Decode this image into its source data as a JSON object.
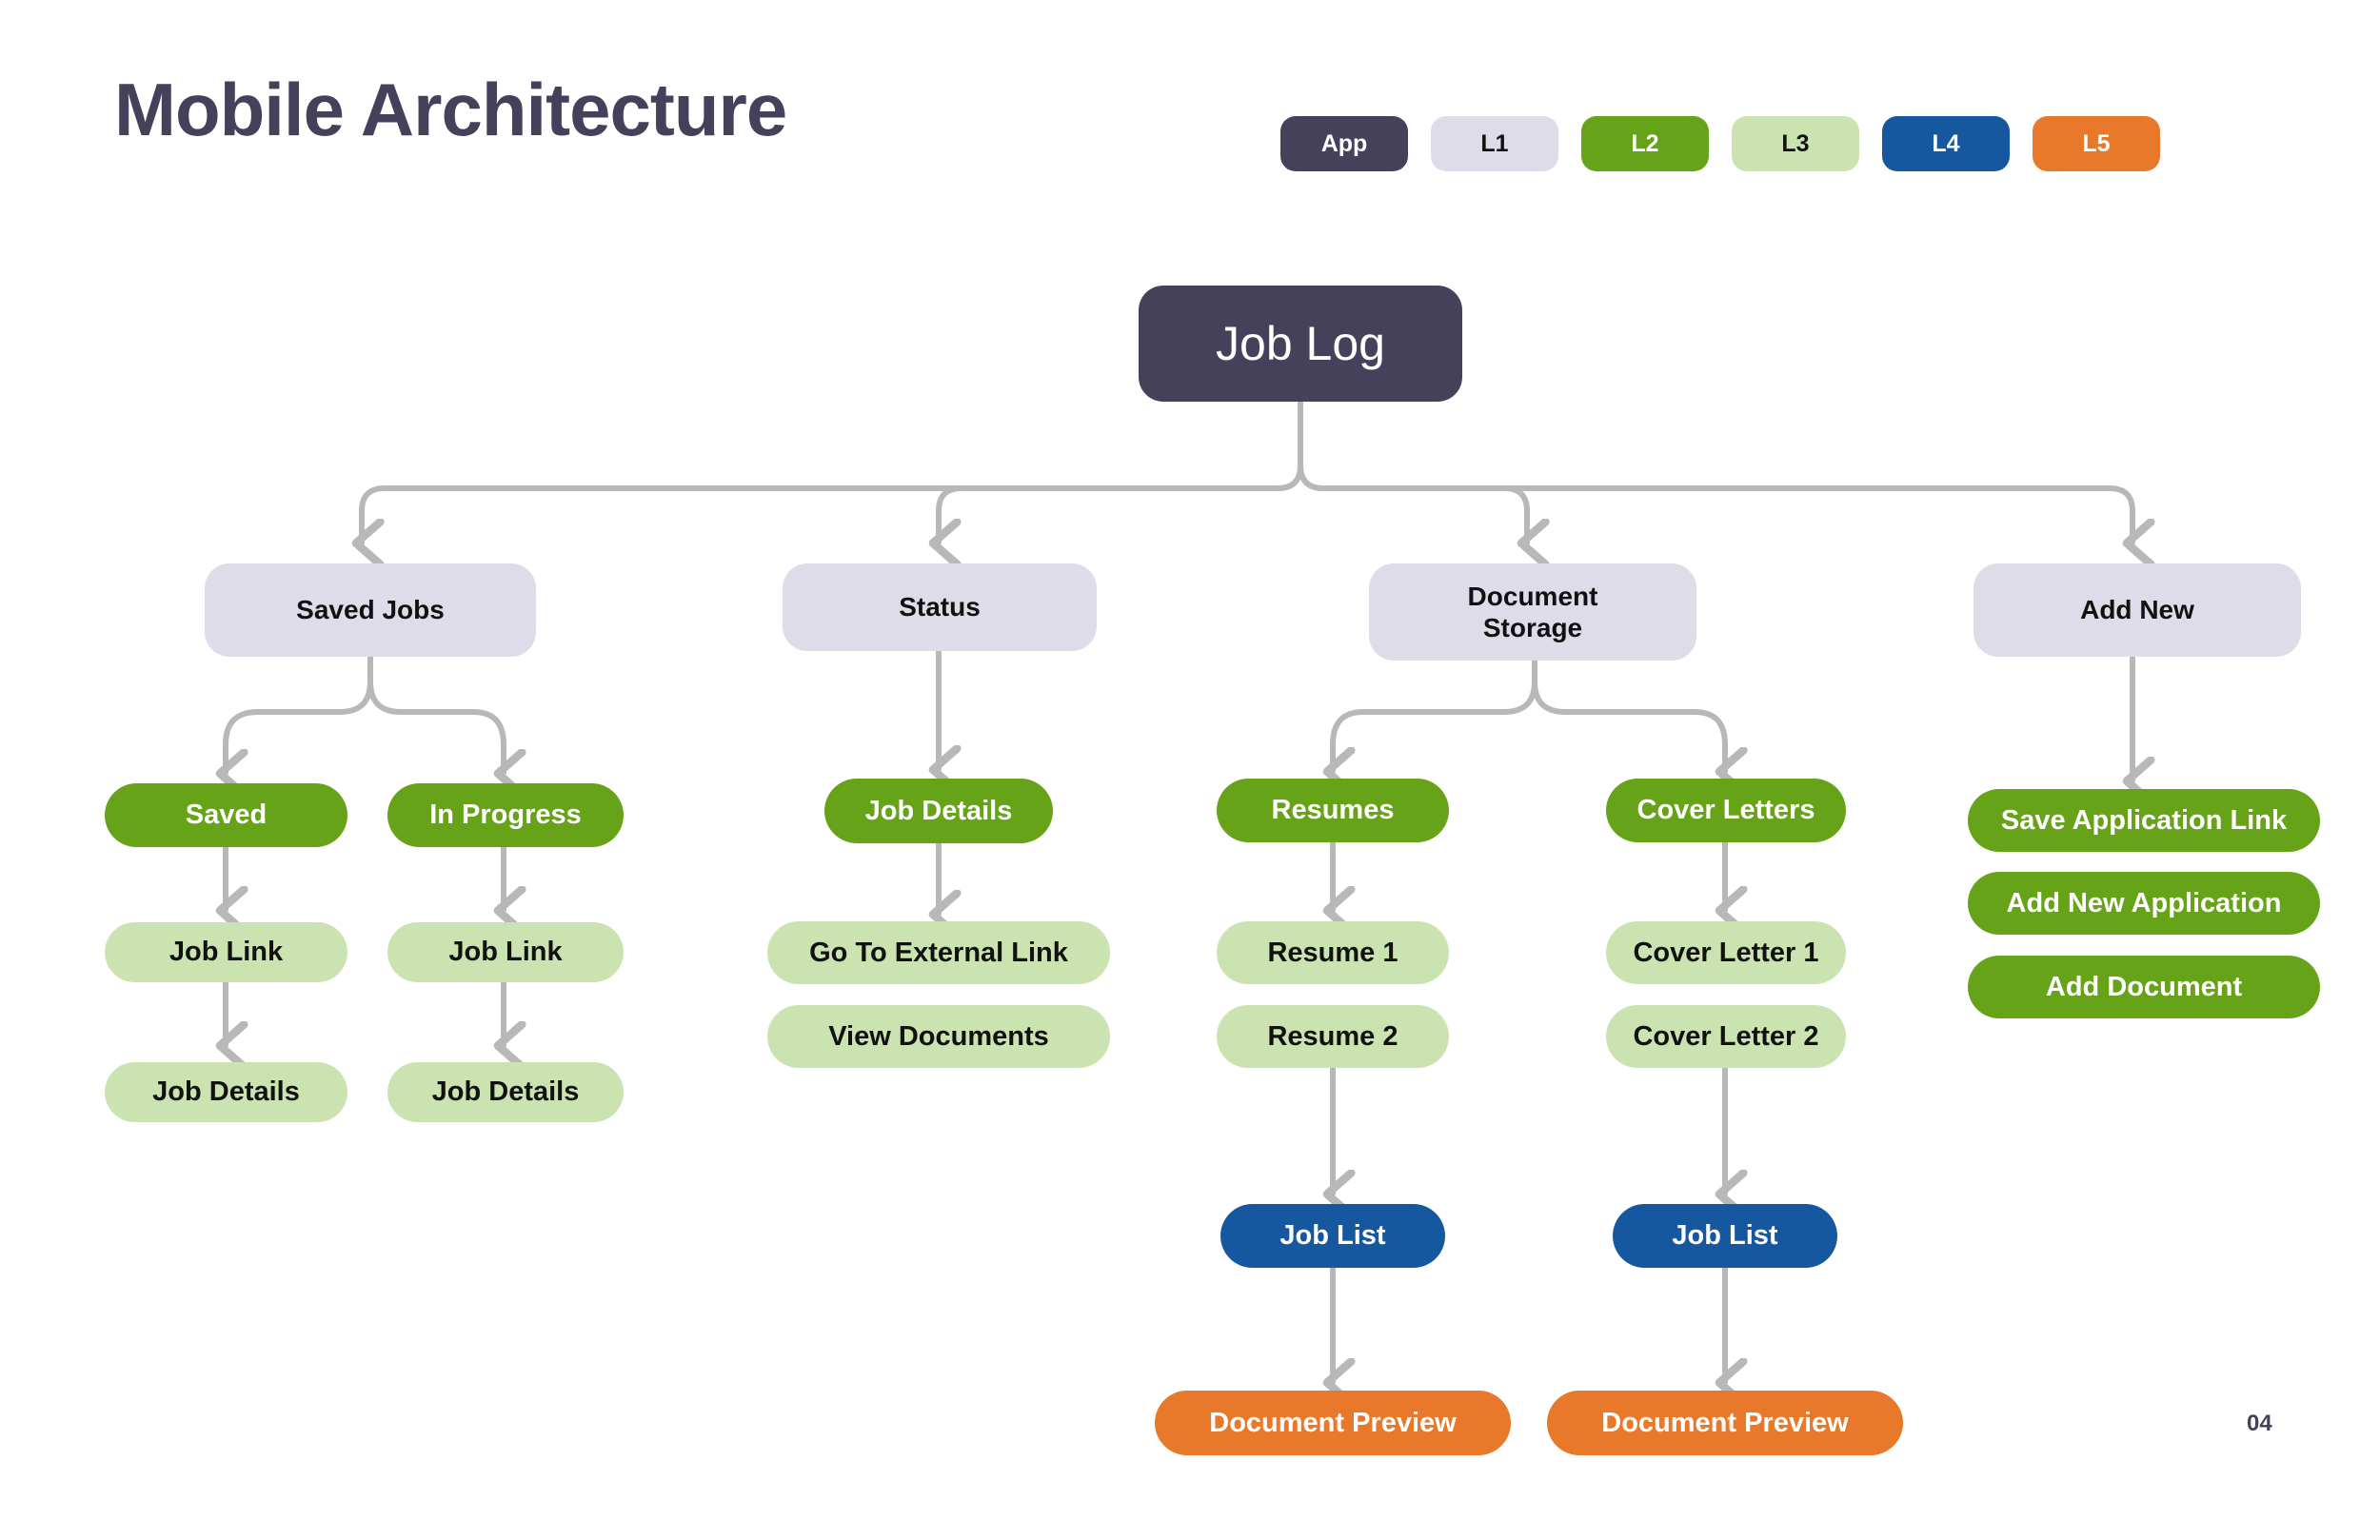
{
  "header": {
    "title": "Mobile Architecture",
    "legend": [
      {
        "label": "App",
        "color": "#45415a",
        "text_color": "#ffffff"
      },
      {
        "label": "L1",
        "color": "#dedce8",
        "text_color": "#111111"
      },
      {
        "label": "L2",
        "color": "#66a318",
        "text_color": "#ffffff"
      },
      {
        "label": "L3",
        "color": "#cbe3b0",
        "text_color": "#111111"
      },
      {
        "label": "L4",
        "color": "#15589f",
        "text_color": "#ffffff"
      },
      {
        "label": "L5",
        "color": "#e8782a",
        "text_color": "#ffffff"
      }
    ]
  },
  "palette": {
    "app": "#45415a",
    "l1": "#dedce8",
    "l2": "#66a318",
    "l3": "#cbe3b0",
    "l4": "#15589f",
    "l5": "#e8782a",
    "connector": "#b8b8b8",
    "background": "#ffffff"
  },
  "diagram": {
    "type": "tree",
    "root": {
      "id": "job-log",
      "label": "Job Log",
      "level": "App"
    },
    "nodes": [
      {
        "id": "job-log",
        "label": "Job Log",
        "level": "App",
        "parent": null
      },
      {
        "id": "saved-jobs",
        "label": "Saved Jobs",
        "level": "L1",
        "parent": "job-log"
      },
      {
        "id": "status",
        "label": "Status",
        "level": "L1",
        "parent": "job-log"
      },
      {
        "id": "document-storage",
        "label": "Document Storage",
        "level": "L1",
        "parent": "job-log"
      },
      {
        "id": "add-new",
        "label": "Add New",
        "level": "L1",
        "parent": "job-log"
      },
      {
        "id": "saved",
        "label": "Saved",
        "level": "L2",
        "parent": "saved-jobs"
      },
      {
        "id": "in-progress",
        "label": "In Progress",
        "level": "L2",
        "parent": "saved-jobs"
      },
      {
        "id": "job-link-1",
        "label": "Job Link",
        "level": "L3",
        "parent": "saved"
      },
      {
        "id": "job-details-1",
        "label": "Job Details",
        "level": "L3",
        "parent": "job-link-1"
      },
      {
        "id": "job-link-2",
        "label": "Job Link",
        "level": "L3",
        "parent": "in-progress"
      },
      {
        "id": "job-details-2",
        "label": "Job Details",
        "level": "L3",
        "parent": "job-link-2"
      },
      {
        "id": "job-details-status",
        "label": "Job Details",
        "level": "L2",
        "parent": "status"
      },
      {
        "id": "go-to-external-link",
        "label": "Go To External Link",
        "level": "L3",
        "parent": "job-details-status"
      },
      {
        "id": "view-documents",
        "label": "View Documents",
        "level": "L3",
        "parent": "job-details-status"
      },
      {
        "id": "resumes",
        "label": "Resumes",
        "level": "L2",
        "parent": "document-storage"
      },
      {
        "id": "cover-letters",
        "label": "Cover Letters",
        "level": "L2",
        "parent": "document-storage"
      },
      {
        "id": "resume-1",
        "label": "Resume 1",
        "level": "L3",
        "parent": "resumes"
      },
      {
        "id": "resume-2",
        "label": "Resume 2",
        "level": "L3",
        "parent": "resumes"
      },
      {
        "id": "cover-letter-1",
        "label": "Cover Letter 1",
        "level": "L3",
        "parent": "cover-letters"
      },
      {
        "id": "cover-letter-2",
        "label": "Cover Letter 2",
        "level": "L3",
        "parent": "cover-letters"
      },
      {
        "id": "job-list-1",
        "label": "Job List",
        "level": "L4",
        "parent": "resume-2"
      },
      {
        "id": "job-list-2",
        "label": "Job List",
        "level": "L4",
        "parent": "cover-letter-2"
      },
      {
        "id": "document-preview-1",
        "label": "Document Preview",
        "level": "L5",
        "parent": "job-list-1"
      },
      {
        "id": "document-preview-2",
        "label": "Document Preview",
        "level": "L5",
        "parent": "job-list-2"
      },
      {
        "id": "save-application-link",
        "label": "Save Application Link",
        "level": "L2",
        "parent": "add-new"
      },
      {
        "id": "add-new-application",
        "label": "Add New Application",
        "level": "L2",
        "parent": "add-new"
      },
      {
        "id": "add-document",
        "label": "Add Document",
        "level": "L2",
        "parent": "add-new"
      }
    ]
  },
  "footer": {
    "page_number": "04"
  }
}
